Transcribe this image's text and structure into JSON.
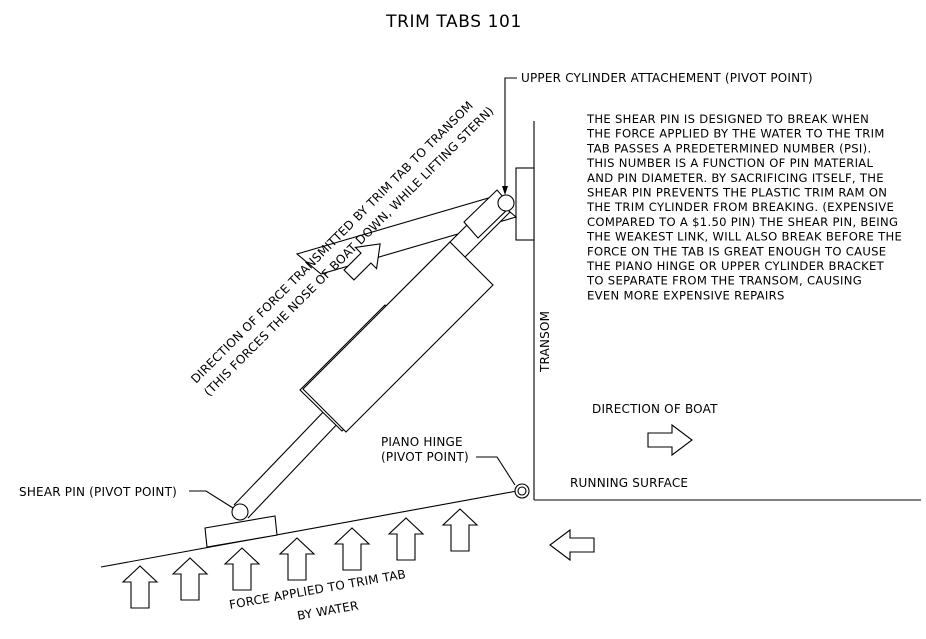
{
  "title": "TRIM TABS 101",
  "labels": {
    "upper_cylinder": "UPPER CYLINDER ATTACHEMENT (PIVOT POINT)",
    "transom": "TRANSOM",
    "direction_of_boat": "DIRECTION OF BOAT",
    "running_surface": "RUNNING SURFACE",
    "piano_hinge_line1": "PIANO HINGE",
    "piano_hinge_line2": "(PIVOT POINT)",
    "shear_pin": "SHEAR PIN (PIVOT POINT)",
    "force_line1": "FORCE APPLIED TO TRIM TAB",
    "force_line2": "BY WATER",
    "direction_force_line1": "DIRECTION OF FORCE TRANSMITTED BY TRIM TAB TO TRANSOM",
    "direction_force_line2": "(THIS FORCES THE NOSE OF BOAT DOWN, WHILE LIFTING STERN)"
  },
  "explanation_lines": [
    "THE SHEAR PIN IS DESIGNED TO BREAK WHEN",
    "THE FORCE APPLIED BY THE WATER TO THE TRIM",
    "TAB PASSES A PREDETERMINED NUMBER (PSI).",
    "THIS NUMBER IS A FUNCTION OF PIN MATERIAL",
    "AND PIN DIAMETER.  BY SACRIFICING ITSELF, THE",
    "SHEAR PIN PREVENTS THE PLASTIC TRIM RAM ON",
    "THE TRIM CYLINDER FROM BREAKING. (EXPENSIVE",
    "COMPARED TO A $1.50 PIN) THE SHEAR PIN, BEING",
    "THE WEAKEST LINK, WILL ALSO BREAK BEFORE THE",
    "FORCE ON THE TAB IS GREAT ENOUGH TO CAUSE",
    "THE PIANO HINGE OR UPPER CYLINDER BRACKET",
    "TO SEPARATE FROM THE TRANSOM, CAUSING",
    "EVEN MORE EXPENSIVE REPAIRS"
  ]
}
